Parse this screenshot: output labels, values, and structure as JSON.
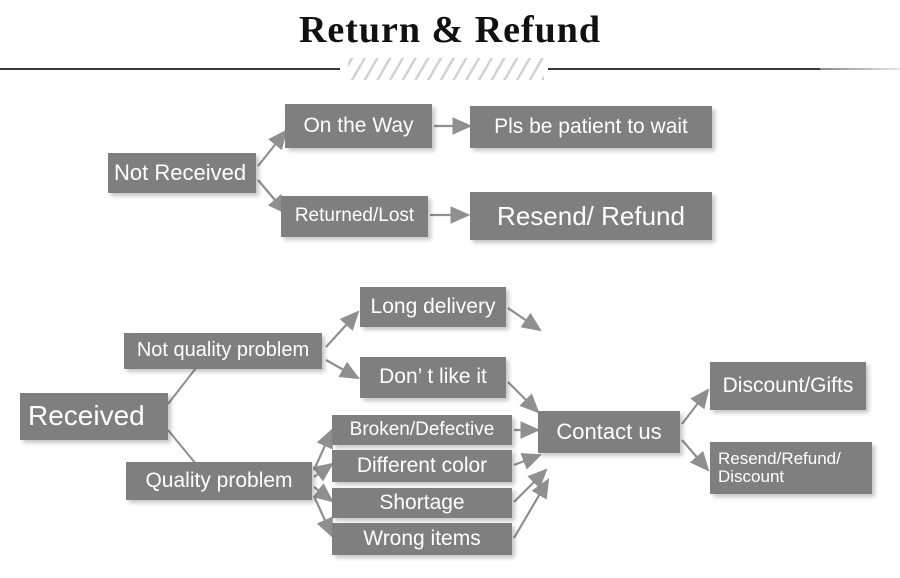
{
  "header": {
    "title": "Return & Refund",
    "divider_icon": "hatched-divider"
  },
  "colors": {
    "node_fill": "#7f7f7f",
    "node_text": "#ffffff",
    "arrow": "#8f8f8f",
    "rule": "#3a3a3a",
    "background": "#ffffff"
  },
  "flow": {
    "not_received_branch": {
      "root": "Not Received",
      "nodes": [
        {
          "id": "on-the-way",
          "label": "On the Way"
        },
        {
          "id": "pls-be-patient-to-wait",
          "label": "Pls be patient to wait"
        },
        {
          "id": "returned-lost",
          "label": "Returned/Lost"
        },
        {
          "id": "resend-refund",
          "label": "Resend/ Refund"
        }
      ]
    },
    "received_branch": {
      "root": "Received",
      "categories": [
        {
          "id": "not-quality-problem",
          "label": "Not quality problem"
        },
        {
          "id": "quality-problem",
          "label": "Quality problem"
        }
      ],
      "not_quality_reasons": [
        {
          "id": "long-delivery",
          "label": "Long delivery"
        },
        {
          "id": "dont-like-it",
          "label": "Don’  t like it"
        }
      ],
      "quality_reasons": [
        {
          "id": "broken-defective",
          "label": "Broken/Defective"
        },
        {
          "id": "different-color",
          "label": "Different color"
        },
        {
          "id": "shortage",
          "label": "Shortage"
        },
        {
          "id": "wrong-items",
          "label": "Wrong items"
        }
      ],
      "action": {
        "id": "contact-us",
        "label": "Contact us"
      },
      "outcomes": [
        {
          "id": "discount-gifts",
          "label": "Discount/Gifts"
        },
        {
          "id": "resend-refund-discount",
          "label": "Resend/Refund/\nDiscount"
        }
      ]
    }
  }
}
